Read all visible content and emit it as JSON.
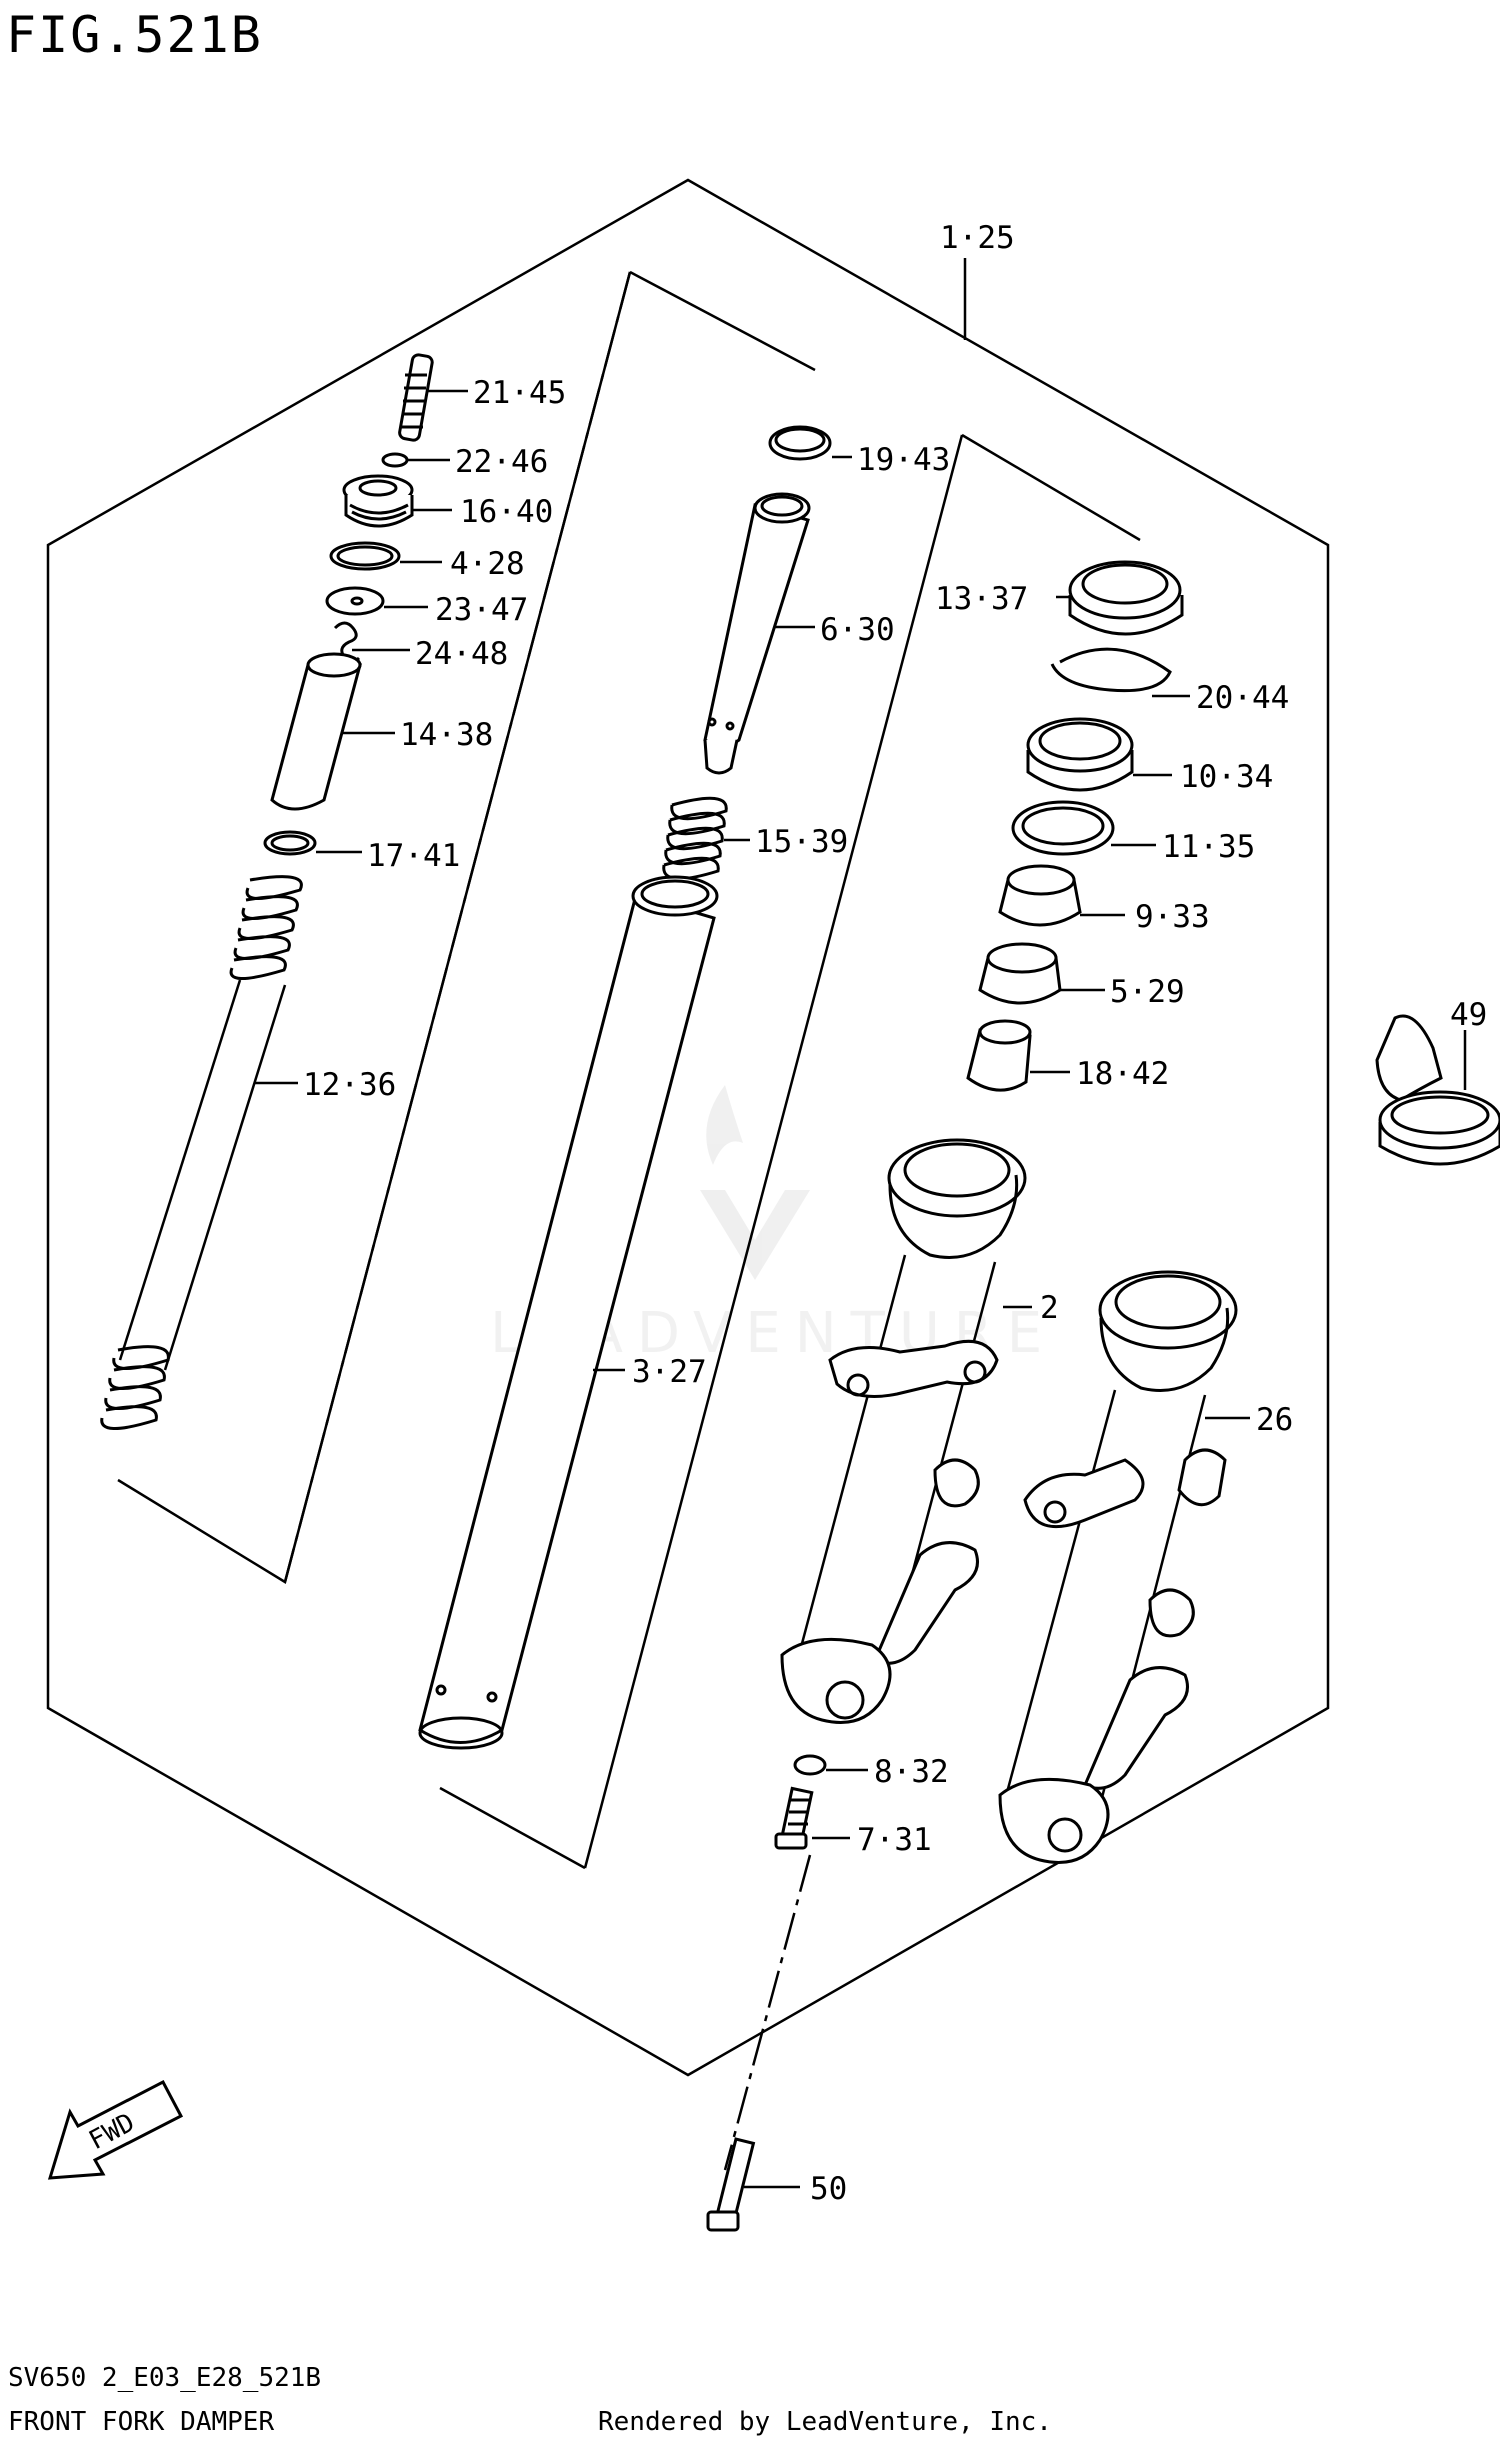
{
  "figure": {
    "title": "FIG.521B",
    "code": "SV650 2_E03_E28_521B",
    "name": "FRONT FORK DAMPER",
    "rendered_by": "Rendered by LeadVenture, Inc.",
    "watermark": "LEADVENTURE",
    "fwd_label": "FWD"
  },
  "callouts": [
    {
      "id": "1-25",
      "label": "1·25"
    },
    {
      "id": "21-45",
      "label": "21·45"
    },
    {
      "id": "22-46",
      "label": "22·46"
    },
    {
      "id": "16-40",
      "label": "16·40"
    },
    {
      "id": "4-28",
      "label": "4·28"
    },
    {
      "id": "23-47",
      "label": "23·47"
    },
    {
      "id": "24-48",
      "label": "24·48"
    },
    {
      "id": "14-38",
      "label": "14·38"
    },
    {
      "id": "17-41",
      "label": "17·41"
    },
    {
      "id": "12-36",
      "label": "12·36"
    },
    {
      "id": "19-43",
      "label": "19·43"
    },
    {
      "id": "6-30",
      "label": "6·30"
    },
    {
      "id": "15-39",
      "label": "15·39"
    },
    {
      "id": "3-27",
      "label": "3·27"
    },
    {
      "id": "13-37",
      "label": "13·37"
    },
    {
      "id": "20-44",
      "label": "20·44"
    },
    {
      "id": "10-34",
      "label": "10·34"
    },
    {
      "id": "11-35",
      "label": "11·35"
    },
    {
      "id": "9-33",
      "label": "9·33"
    },
    {
      "id": "5-29",
      "label": "5·29"
    },
    {
      "id": "18-42",
      "label": "18·42"
    },
    {
      "id": "49",
      "label": "49"
    },
    {
      "id": "2",
      "label": "2"
    },
    {
      "id": "26",
      "label": "26"
    },
    {
      "id": "8-32",
      "label": "8·32"
    },
    {
      "id": "7-31",
      "label": "7·31"
    },
    {
      "id": "50",
      "label": "50"
    }
  ]
}
